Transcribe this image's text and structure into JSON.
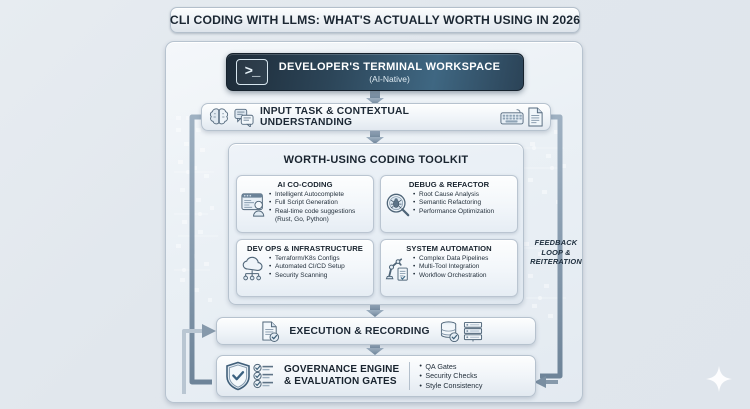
{
  "title": {
    "text": "CLI CODING WITH LLMS: WHAT'S ACTUALLY WORTH USING IN 2026"
  },
  "colors": {
    "background": "#e3eaf1",
    "panel": "#eef3f8",
    "terminal_dark": "#2c4558",
    "arrow": "#7e93a7",
    "text": "#18232e",
    "border": "#b6c2ce"
  },
  "terminal": {
    "icon": "terminal-prompt-icon",
    "glyph": ">_",
    "title": "DEVELOPER'S TERMINAL WORKSPACE",
    "subtitle": "(AI-Native)"
  },
  "input_stage": {
    "label": "INPUT TASK & CONTEXTUAL UNDERSTANDING",
    "left_icons": [
      "brain-icon",
      "chat-bubbles-icon"
    ],
    "right_icons": [
      "keyboard-icon",
      "document-icon"
    ]
  },
  "toolkit": {
    "title": "WORTH-USING CODING TOOLKIT",
    "cards": [
      {
        "title": "AI CO-CODING",
        "icon": "code-window-user-icon",
        "items": [
          {
            "text": "Intelligent Autocomplete",
            "bulleted": true
          },
          {
            "text": "Full Script Generation",
            "bulleted": true
          },
          {
            "text": "Real-time code suggestions",
            "bulleted": true
          },
          {
            "text": "(Rust, Go, Python)",
            "bulleted": false
          }
        ]
      },
      {
        "title": "DEBUG & REFACTOR",
        "icon": "magnifier-bug-icon",
        "items": [
          {
            "text": "Root Cause Analysis",
            "bulleted": true
          },
          {
            "text": "Semantic Refactoring",
            "bulleted": true
          },
          {
            "text": "Performance Optimization",
            "bulleted": true
          }
        ]
      },
      {
        "title": "DEV OPS & INFRASTRUCTURE",
        "icon": "cloud-network-icon",
        "items": [
          {
            "text": "Terraform/K8s Configs",
            "bulleted": true
          },
          {
            "text": "Automated CI/CD Setup",
            "bulleted": true
          },
          {
            "text": "Security Scanning",
            "bulleted": true
          }
        ]
      },
      {
        "title": "SYSTEM AUTOMATION",
        "icon": "robot-arm-icon",
        "items": [
          {
            "text": "Complex Data Pipelines",
            "bulleted": true
          },
          {
            "text": "Multi-Tool Integration",
            "bulleted": true
          },
          {
            "text": "Workflow Orchestration",
            "bulleted": true
          }
        ]
      }
    ]
  },
  "execution_stage": {
    "label": "EXECUTION & RECORDING",
    "left_icon": "document-check-icon",
    "right_icons": [
      "database-check-icon",
      "server-stack-icon"
    ]
  },
  "governance_stage": {
    "icons": [
      "shield-check-icon",
      "checklist-icon"
    ],
    "title_line1": "GOVERNANCE ENGINE",
    "title_line2": "& EVALUATION GATES",
    "items": [
      "QA Gates",
      "Security Checks",
      "Style Consistency"
    ]
  },
  "feedback_loop": {
    "label_line1": "FEEDBACK",
    "label_line2": "LOOP &",
    "label_line3": "REITERATION"
  },
  "decoration": {
    "sparkle": "sparkle-icon"
  }
}
